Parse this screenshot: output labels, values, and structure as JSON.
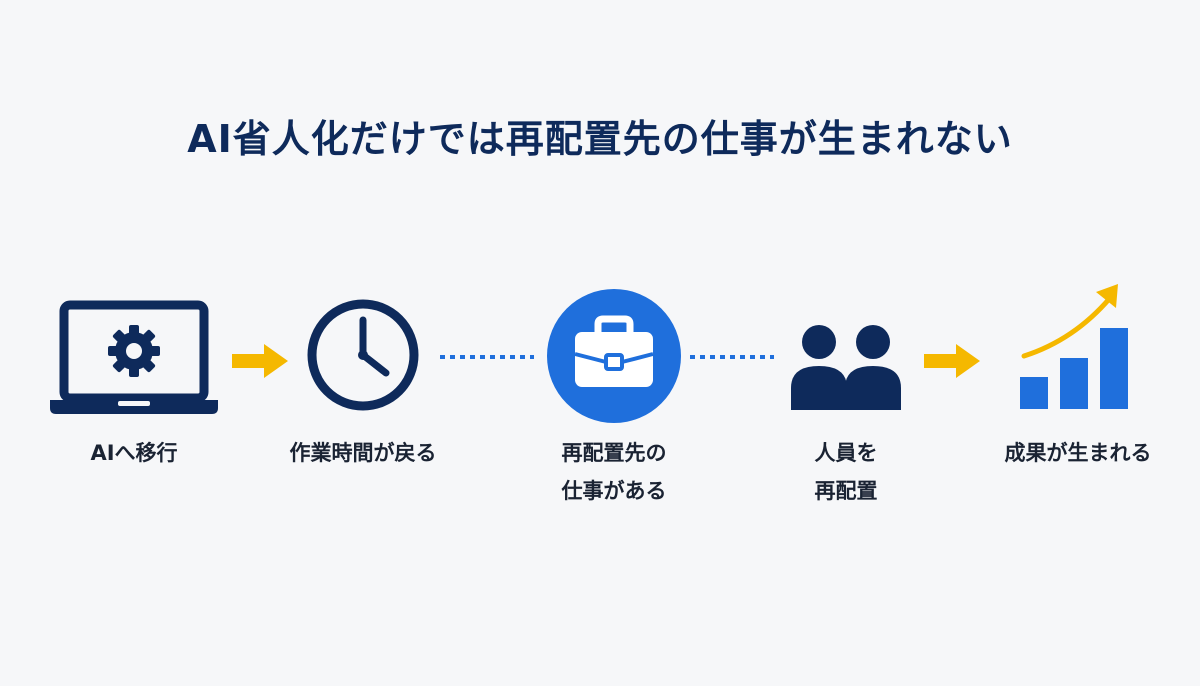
{
  "title": "AI省人化だけでは再配置先の仕事が生まれない",
  "steps": [
    {
      "icon": "laptop-gear-icon",
      "label": "AIへ移行"
    },
    {
      "icon": "clock-icon",
      "label": "作業時間が戻る"
    },
    {
      "icon": "briefcase-icon",
      "label_lines": [
        "再配置先の",
        "仕事がある"
      ]
    },
    {
      "icon": "people-icon",
      "label_lines": [
        "人員を",
        "再配置"
      ]
    },
    {
      "icon": "growth-chart-icon",
      "label": "成果が生まれる"
    }
  ],
  "connectors": [
    "arrow",
    "arrow",
    "dotted-line",
    "dotted-line",
    "arrow"
  ],
  "colors": {
    "navy": "#0e2a5b",
    "blue": "#1f6fdc",
    "yellow": "#f5b800",
    "background": "#f6f7f9"
  }
}
